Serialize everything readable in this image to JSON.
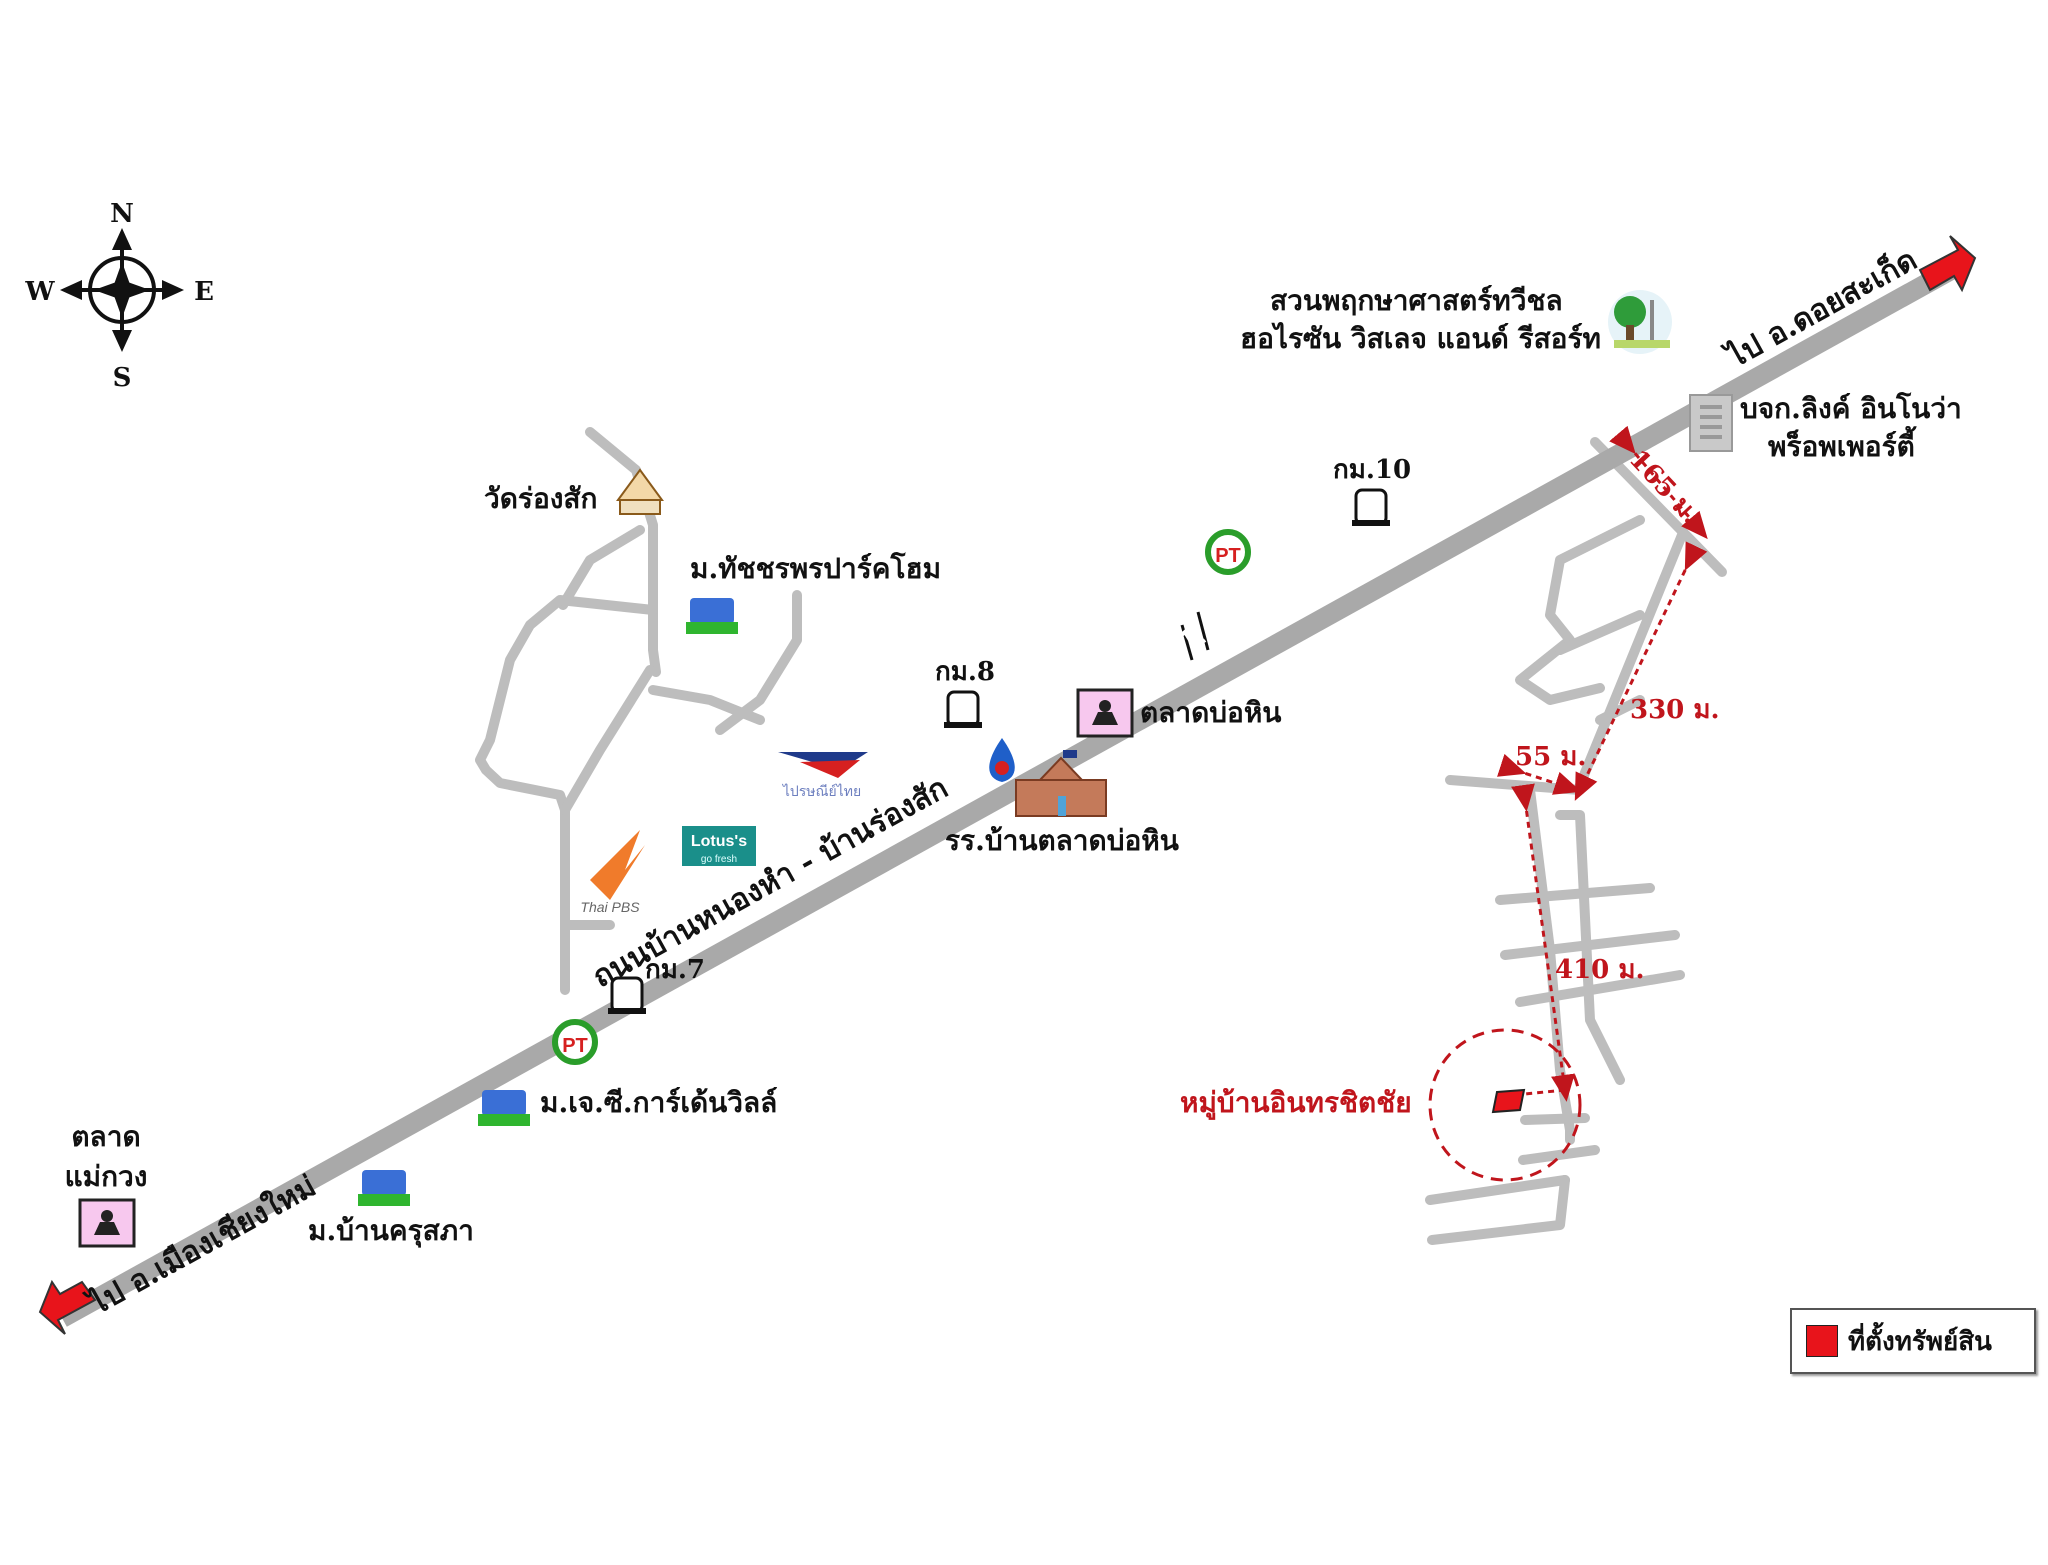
{
  "compass": {
    "n": "N",
    "s": "S",
    "e": "E",
    "w": "W"
  },
  "roads": {
    "main_road_name": "ถนนบ้านหนองหำ - บ้านร่องสัก",
    "to_northeast": "ไป อ.ดอยสะเก็ด",
    "to_southwest": "ไป อ.เมืองเชียงใหม่"
  },
  "km_markers": [
    "กม.7",
    "กม.8",
    "กม.10"
  ],
  "landmarks": {
    "temple": "วัดร่องสัก",
    "village_thatchara": "ม.ทัชชรพรปาร์คโฮม",
    "thai_pbs": "Thai PBS",
    "lotus": "Lotus's",
    "lotus_sub": "go fresh",
    "post_office": "ไปรษณีย์ไทย",
    "market_bohin": "ตลาดบ่อหิน",
    "school": "รร.บ้านตลาดบ่อหิน",
    "botanical_line1": "สวนพฤกษาศาสตร์ทวีชล",
    "botanical_line2": "ฮอไรซัน วิสเลจ แอนด์ รีสอร์ท",
    "company_line1": "บจก.ลิงค์ อินโนว่า",
    "company_line2": "พร็อพเพอร์ตี้",
    "village_jc": "ม.เจ.ซี.การ์เด้นวิลล์",
    "village_khrusapha": "ม.บ้านครุสภา",
    "market_maekuang_line1": "ตลาด",
    "market_maekuang_line2": "แม่กวง",
    "target_village": "หมู่บ้านอินทรชิตชัย"
  },
  "distances": [
    "165 ม.",
    "330 ม.",
    "55 ม.",
    "410 ม."
  ],
  "legend": {
    "label": "ที่ตั้งทรัพย์สิน",
    "color": "#e8141b"
  },
  "colors": {
    "road": "#bdbdbd",
    "main_road": "#a9a9a9",
    "accent_red": "#c0151c",
    "arrow_red": "#e8141b"
  }
}
